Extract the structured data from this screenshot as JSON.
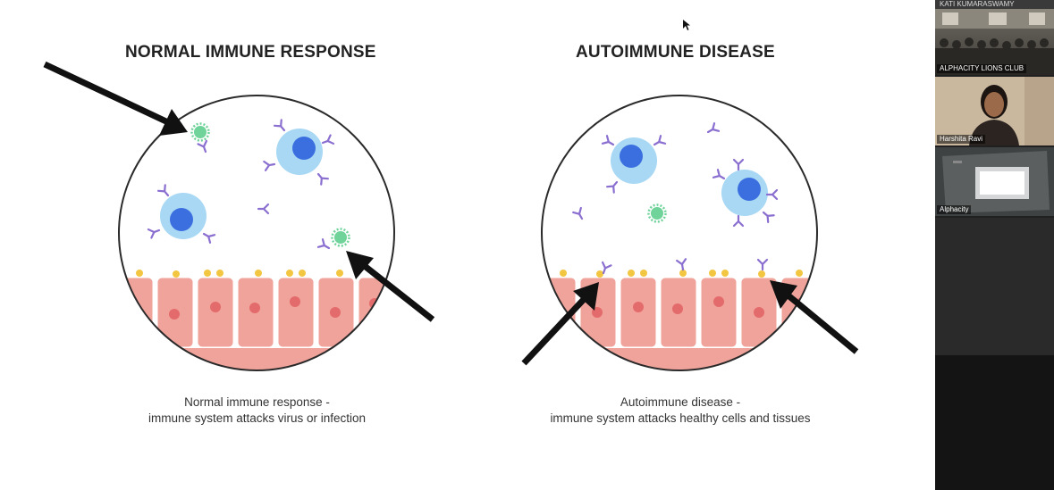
{
  "slide": {
    "left_panel": {
      "title": "NORMAL IMMUNE RESPONSE",
      "caption_line1": "Normal immune response -",
      "caption_line2": "immune system attacks virus or infection"
    },
    "right_panel": {
      "title": "AUTOIMMUNE DISEASE",
      "caption_line1": "Autoimmune disease -",
      "caption_line2": "immune system  attacks healthy cells and tissues"
    }
  },
  "colors": {
    "immune_cell": "#a8d8f4",
    "immune_nucleus": "#3b6fe0",
    "antibody": "#8a6fd0",
    "virus": "#6fd39a",
    "tissue": "#f0a39b",
    "tissue_nucleus": "#e36b6b",
    "marker": "#f2c640",
    "arrow": "#111111"
  },
  "participants": [
    {
      "name": "KATI KUMARASWAMY"
    },
    {
      "name": "ALPHACITY LIONS CLUB"
    },
    {
      "name": "Harshita Ravi"
    },
    {
      "name": "Alphacity"
    }
  ]
}
